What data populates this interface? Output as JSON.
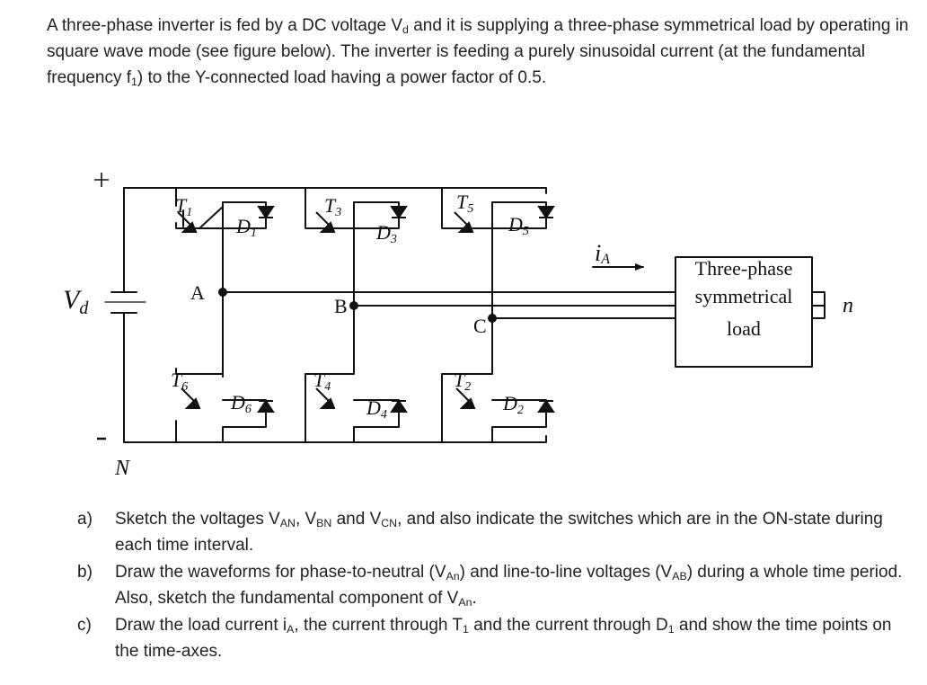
{
  "intro": {
    "p1": "A three-phase inverter is fed by a DC voltage V",
    "s1": "d",
    "p2": " and it is supplying a three-phase symmetrical load by operating in square wave mode (see figure below). The inverter is feeding a purely sinusoidal current (at the fundamental frequency f",
    "s2": "1",
    "p3": ") to the Y-connected load having a power factor of 0.5."
  },
  "circuit": {
    "plus": "+",
    "minus": "-",
    "vd_main": "V",
    "vd_sub": "d",
    "neg_rail": "N",
    "switches": [
      {
        "t": "T",
        "ts": "1",
        "d": "D",
        "ds": "1"
      },
      {
        "t": "T",
        "ts": "3",
        "d": "D",
        "ds": "3"
      },
      {
        "t": "T",
        "ts": "5",
        "d": "D",
        "ds": "5"
      },
      {
        "t": "T",
        "ts": "6",
        "d": "D",
        "ds": "6"
      },
      {
        "t": "T",
        "ts": "4",
        "d": "D",
        "ds": "4"
      },
      {
        "t": "T",
        "ts": "2",
        "d": "D",
        "ds": "2"
      }
    ],
    "nodes": [
      "A",
      "B",
      "C"
    ],
    "current_main": "i",
    "current_sub": "A",
    "load": [
      "Three-phase",
      "symmetrical",
      "load"
    ],
    "neutral": "n"
  },
  "questions": [
    {
      "m": "a)",
      "l1a": "Sketch the voltages V",
      "l1b": "AN",
      "l1c": ", V",
      "l1d": "BN",
      "l1e": " and V",
      "l1f": "CN",
      "l1g": ", and also indicate the switches which are in the ON-state during each time interval."
    },
    {
      "m": "b)",
      "l1a": "Draw the waveforms for phase-to-neutral (V",
      "l1b": "An",
      "l1c": ") and line-to-line voltages (V",
      "l1d": "AB",
      "l1e": ") during a whole time period. Also, sketch the fundamental component of V",
      "l1f": "An",
      "l1g": "."
    },
    {
      "m": "c)",
      "l1a": "Draw the load current i",
      "l1b": "A",
      "l1c": ", the current through T",
      "l1d": "1",
      "l1e": " and the current through D",
      "l1f": "1",
      "l1g": " and show the time points on the time-axes."
    }
  ]
}
